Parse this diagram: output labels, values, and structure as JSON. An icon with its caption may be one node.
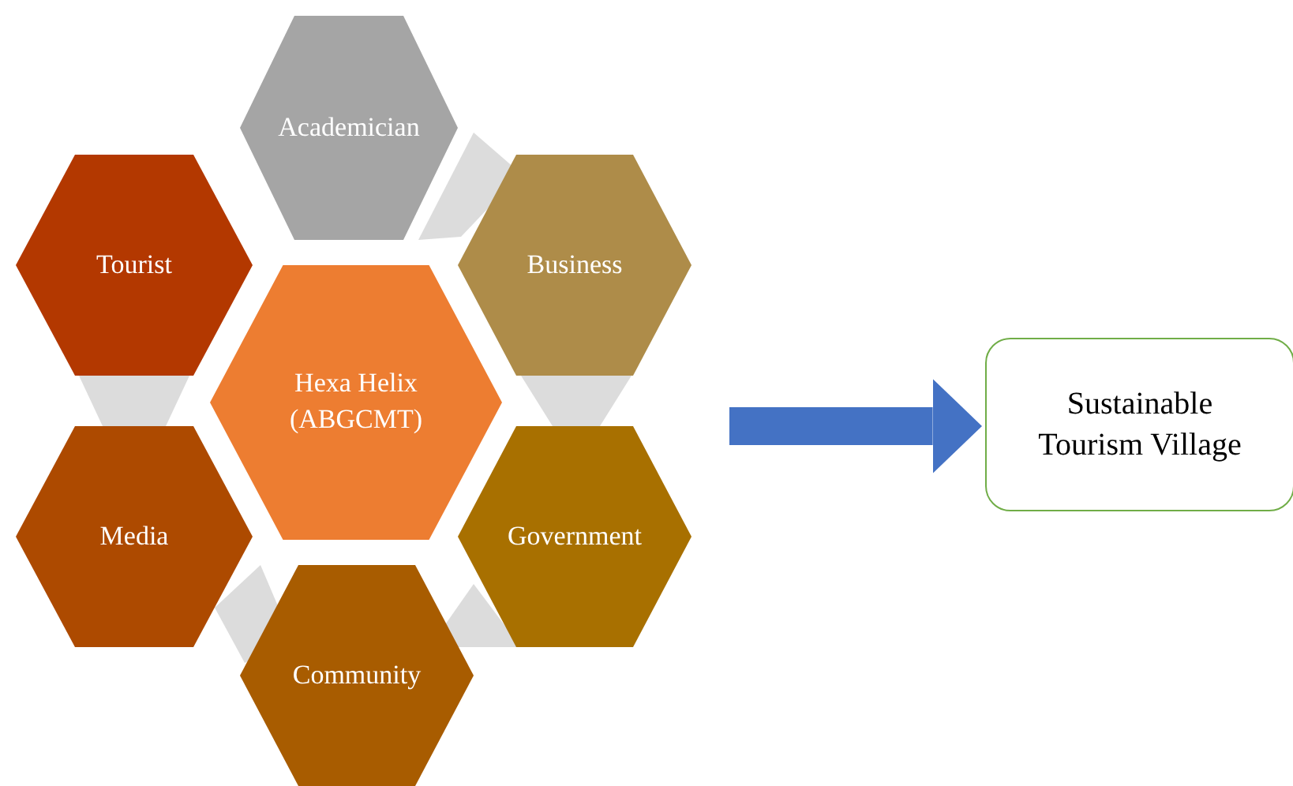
{
  "diagram": {
    "nodes": [
      {
        "text": [
          "Hexa Helix (ABGCMT)"
        ]
      },
      {
        "text": [
          "Academician"
        ]
      },
      {
        "text": [
          "Business"
        ]
      },
      {
        "text": [
          "Government"
        ]
      },
      {
        "text": [
          "Community"
        ]
      },
      {
        "text": [
          "Media"
        ]
      },
      {
        "text": [
          "Tourist"
        ]
      },
      {
        "text": [
          "Sustainable Tourism Village"
        ]
      }
    ],
    "edges": [
      {
        "from": null,
        "to": 7,
        "arrow": "to"
      }
    ]
  }
}
